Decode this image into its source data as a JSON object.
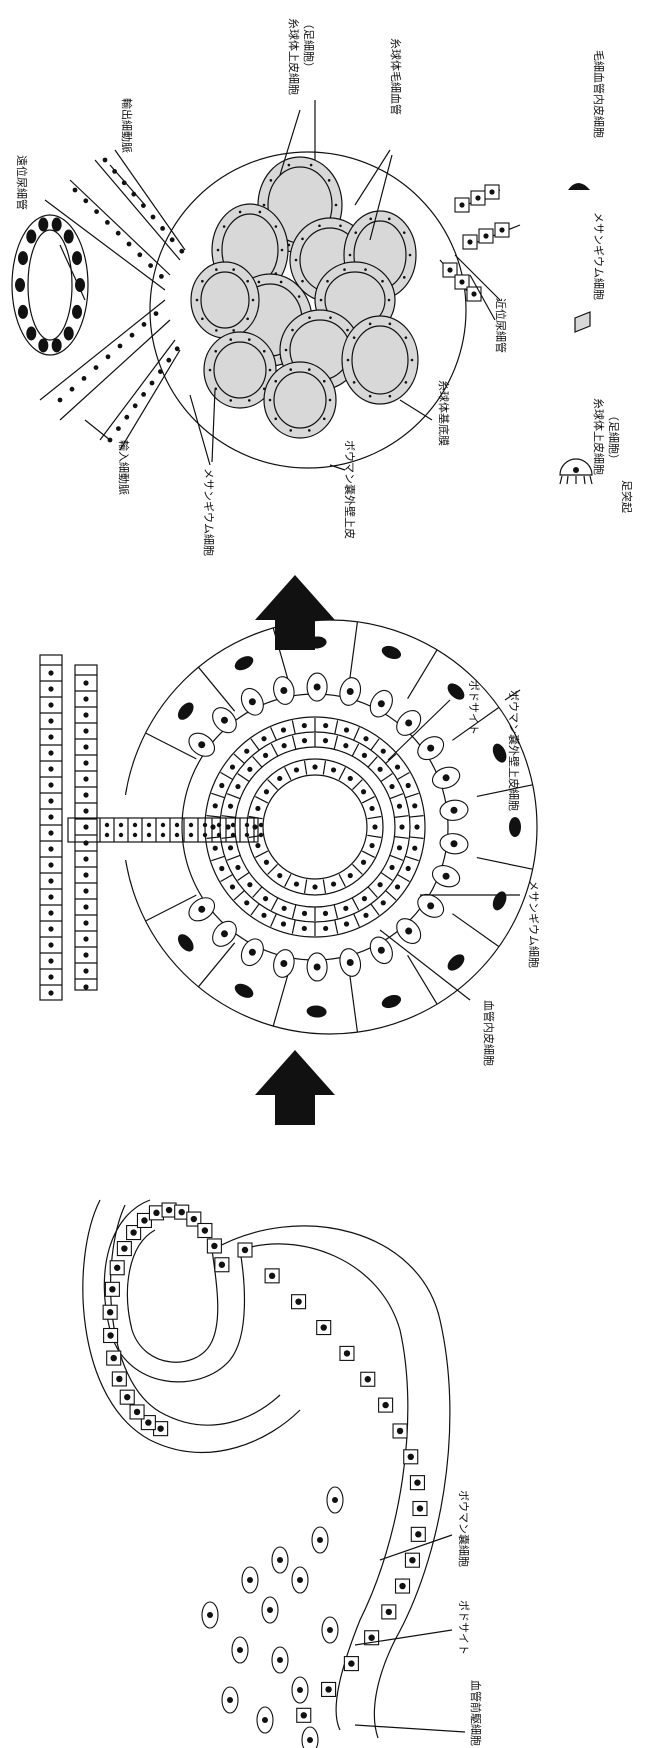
{
  "stage1": {
    "labels": {
      "bowman_capsule_cells": "ボウマン嚢細胞",
      "podocyte": "ポドサイト",
      "angioblast": "血管前駆細胞"
    }
  },
  "stage2": {
    "labels": {
      "podocyte": "ポドサイト",
      "bowman_parietal_epithelium": "ボウマン嚢外壁上皮細胞",
      "mesangial_cell": "メサンギウム細胞",
      "endothelial_cell": "血管内皮細胞"
    }
  },
  "stage3": {
    "labels": {
      "glomerular_epithelium": "糸球体上皮細胞",
      "glomerular_epithelium_note": "（足細胞）",
      "glomerular_capillary": "糸球体毛細血管",
      "efferent_arteriole": "輸出細動脈",
      "distal_tubule": "遠位尿細管",
      "afferent_arteriole": "輸入細動脈",
      "mesangial_cell": "メサンギウム細胞",
      "bowman_parietal_epithelium": "ボウマン嚢外壁上皮",
      "glomerular_basement_membrane": "糸球体基底膜",
      "proximal_tubule": "近位尿細管"
    }
  },
  "legend": {
    "podocyte_label": "糸球体上皮細胞",
    "podocyte_note": "（足細胞）",
    "foot_process": "足突起",
    "mesangial_label": "メサンギウム細胞",
    "endothelial_label": "毛細血管内皮細胞"
  }
}
